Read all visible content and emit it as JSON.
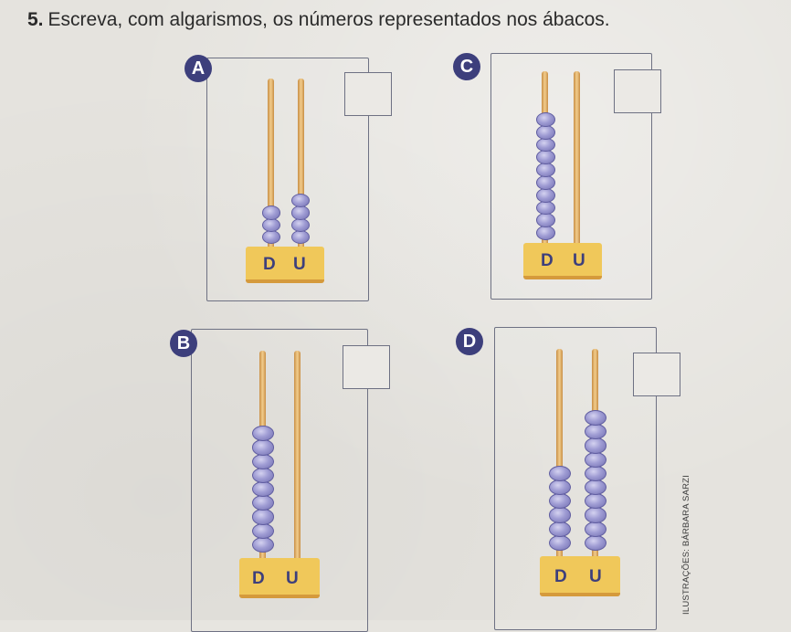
{
  "question": {
    "number": "5.",
    "text": "Escreva, com algarismos, os números representados nos ábacos."
  },
  "abacuses": [
    {
      "label": "A",
      "tens_label": "D",
      "units_label": "U",
      "tens_beads": 3,
      "units_beads": 4,
      "answer": ""
    },
    {
      "label": "C",
      "tens_label": "D",
      "units_label": "U",
      "tens_beads": 10,
      "units_beads": 0,
      "answer": ""
    },
    {
      "label": "B",
      "tens_label": "D",
      "units_label": "U",
      "tens_beads": 9,
      "units_beads": 0,
      "answer": ""
    },
    {
      "label": "D",
      "tens_label": "D",
      "units_label": "U",
      "tens_beads": 6,
      "units_beads": 10,
      "answer": ""
    }
  ],
  "credit": "ILUSTRAÇÕES: BÁRBARA SARZI",
  "colors": {
    "bead": "#9e9bd3",
    "rod": "#e3b46d",
    "base": "#f0c85a",
    "label_badge": "#3d3f7c",
    "frame": "#6e7183"
  }
}
